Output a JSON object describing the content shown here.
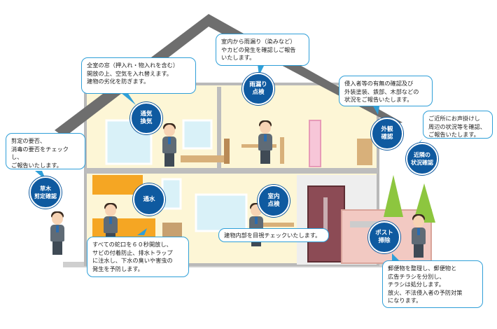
{
  "colors": {
    "badge": "#0f5aa0",
    "bubble_border": "#2f9fd8",
    "roof": "#6e6e6e",
    "wall": "#fdf6d6",
    "frame": "#b9b9b9"
  },
  "bubbles": {
    "ventilation": "全室の窓（押入れ・物入れを含む）\n開放の上、空気を入れ替えます。\n建物の劣化を防ぎます。",
    "leak": "室内から雨漏り（染みなど）\nやカビの発生を確認しご報告\nいたします。",
    "exterior": "侵入者等の有無の確認及び\n外装塗装、鉄部、木部などの\n状況をご報告いたします。",
    "neighbor": "ご近所にお声掛けし\n周辺の状況等を確認、\nご報告いたします。",
    "plants": "剪定の要否、\n消毒の要否をチェックし、\nご報告いたします。",
    "indoor": "建物内部を目視チェックいたします。",
    "water": "すべての蛇口を６０秒開放し、\nサビの付着防止、排水トラップ\nに注水し、下水の臭いや害虫の\n発生を予防します。",
    "post": "郵便物を整理し、郵便物と\n広告チラシを分別し、\nチラシは処分します。\n放火、不法侵入者の予防対策\nになります。"
  },
  "badges": {
    "ventilation": "通気\n換気",
    "leak": "雨漏り\n点検",
    "exterior": "外観\n確認",
    "neighbor": "近隣の\n状況確認",
    "plants": "草木\n剪定確認",
    "water": "通水",
    "indoor": "室内\n点検",
    "post": "ポスト\n掃除"
  }
}
